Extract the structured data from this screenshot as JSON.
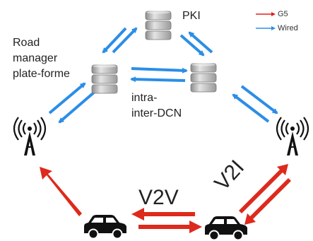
{
  "legend": {
    "g5": {
      "label": "G5",
      "color": "#e02020"
    },
    "wired": {
      "label": "Wired",
      "color": "#2b8ee6"
    }
  },
  "nodes": {
    "pki": {
      "label": "PKI",
      "icon": "server-icon"
    },
    "road_manager": {
      "lines": [
        "Road",
        "manager",
        "plate-forme"
      ],
      "icon": "server-icon"
    },
    "dcn": {
      "lines": [
        "intra-",
        "inter-DCN"
      ],
      "icon": "server-icon"
    },
    "rsu_left": {
      "icon": "antenna-icon"
    },
    "rsu_right": {
      "icon": "antenna-icon"
    },
    "car_left": {
      "icon": "car-icon"
    },
    "car_right": {
      "icon": "car-icon"
    }
  },
  "links": {
    "v2v": {
      "label": "V2V"
    },
    "v2i": {
      "label": "V2I"
    }
  }
}
